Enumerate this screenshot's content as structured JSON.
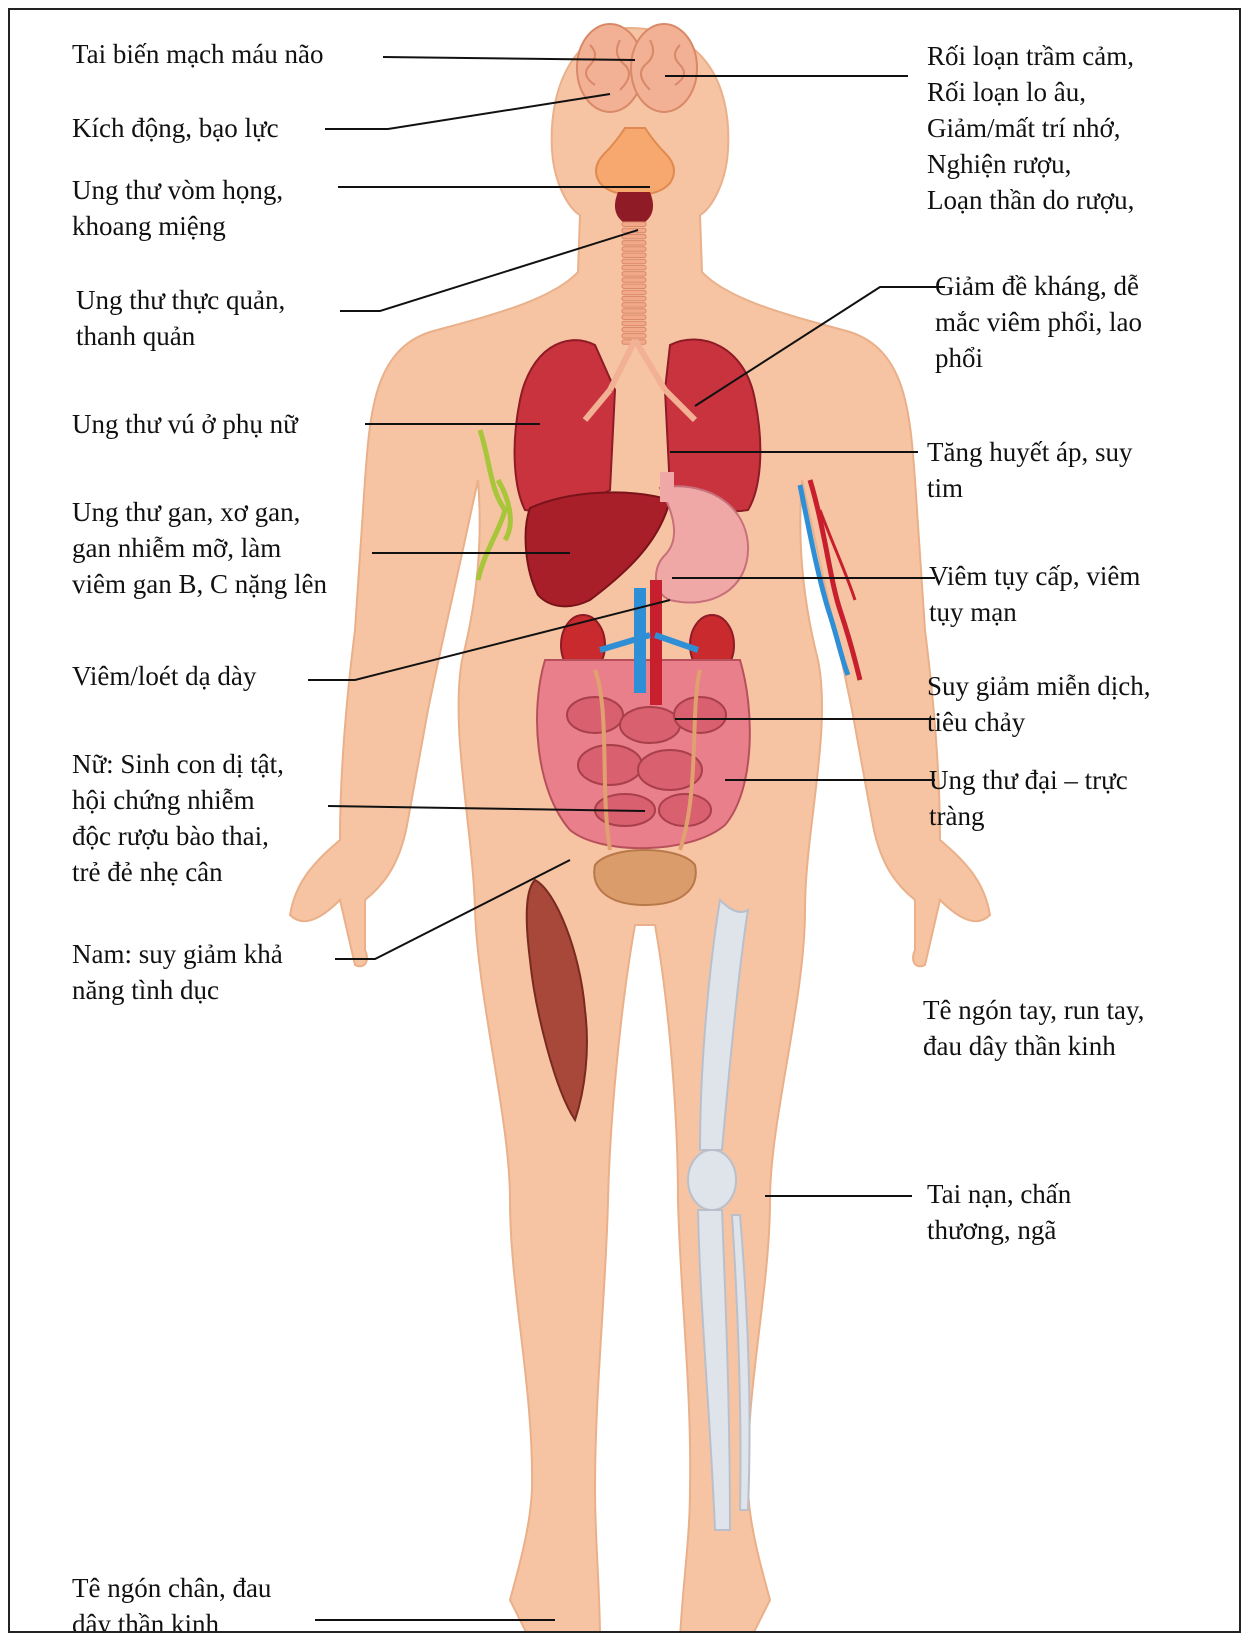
{
  "colors": {
    "skin": "#f6c4a2",
    "brain": "#f2b194",
    "lung": "#c8333e",
    "liver": "#a81f29",
    "stomach": "#f0a8a7",
    "intestine": "#e87f8a",
    "kidney": "#c82a2e",
    "artery": "#c81f2f",
    "vein": "#2f8fd6",
    "bone": "#dfe3ea",
    "muscle": "#a8483a",
    "nerve": "#a7c63a",
    "bladder": "#d99c6a",
    "line": "#111111"
  },
  "labels_left": {
    "stroke": "Tai biến mạch máu não",
    "agitation": "Kích động, bạo lực",
    "throat_cancer": "Ung thư vòm họng,\nkhoang miệng",
    "esophagus_cancer": "Ung thư thực quản,\nthanh quản",
    "breast_cancer": "Ung thư vú ở phụ nữ",
    "liver_cancer": "Ung thư gan, xơ gan,\ngan nhiễm mỡ, làm\nviêm gan B, C nặng lên",
    "gastric_ulcer": "Viêm/loét dạ dày",
    "female_effects": "Nữ: Sinh con dị tật,\nhội chứng nhiễm\nđộc rượu bào thai,\ntrẻ đẻ nhẹ cân",
    "male_effects": "Nam: suy giảm khả\nnăng tình dục",
    "toe_numbness": "Tê ngón chân, đau\ndây thần kinh"
  },
  "labels_right": {
    "mental_disorders": "Rối loạn trầm cảm,\nRối loạn lo âu,\nGiảm/mất trí nhớ,\nNghiện rượu,\nLoạn thần do rượu,",
    "immunity_lungs": "Giảm đề kháng, dễ\nmắc viêm phổi, lao\nphổi",
    "hypertension": "Tăng huyết áp, suy\ntim",
    "pancreatitis": "Viêm tụy cấp, viêm\ntụy mạn",
    "immune_diarrhea": "Suy giảm miễn dịch,\ntiêu chảy",
    "colorectal_cancer": "Ung thư đại – trực\ntràng",
    "finger_numbness": "Tê ngón tay, run tay,\nđau dây thần kinh",
    "accidents": "Tai nạn, chấn\nthương, ngã"
  }
}
